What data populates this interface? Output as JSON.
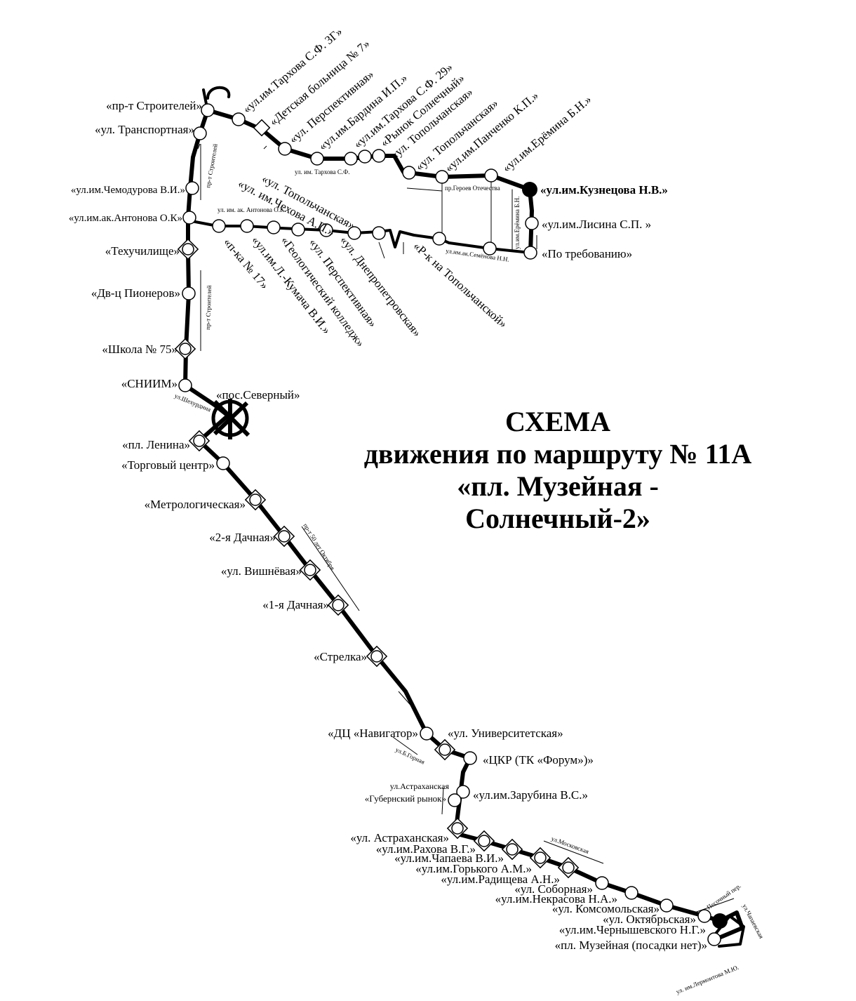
{
  "title": {
    "line1": "СХЕМА",
    "line2": "движения по маршруту № 11А",
    "line3": "«пл. Музейная -",
    "line4": "Солнечный-2»"
  },
  "stops": {
    "pr_stroiteley": "«пр-т Строителей»",
    "transportnaya": "«ул. Транспортная»",
    "chemodurova": "«ул.им.Чемодурова В.И.»",
    "antonova": "«ул.им.ак.Антонова О.К»",
    "tehuchilische": "«Техучилище»",
    "dv_pionerov": "«Дв-ц Пионеров»",
    "shkola75": "«Школа № 75»",
    "sniim": "«СНИИМ»",
    "pos_severny": "«пос.Северный»",
    "pl_lenina": "«пл. Ленина»",
    "torgovy": "«Торговый центр»",
    "metrologicheskaya": "«Метрологическая»",
    "dachnaya2": "«2-я Дачная»",
    "vishnevaya": "«ул. Вишнёвая»",
    "dachnaya1": "«1-я Дачная»",
    "strelka": "«Стрелка»",
    "navigator": "«ДЦ «Навигатор»",
    "universitetskaya": "«ул. Университетская»",
    "ckr": "«ЦКР (ТК «Форум»)»",
    "zarubina": "«ул.им.Зарубина В.С.»",
    "gubernsky_note": "ул.Астраханская",
    "gubernsky": "«Губернский рынок»",
    "astrakhanskaya": "«ул. Астраханская»",
    "rakhova": "«ул.им.Рахова В.Г.»",
    "chapaeva": "«ул.им.Чапаева В.И.»",
    "gorkogo": "«ул.им.Горького А.М.»",
    "radischeva": "«ул.им.Радищева А.Н.»",
    "sobornaya": "«ул. Соборная»",
    "nekrasova": "«ул.им.Некрасова Н.А.»",
    "komsomolskaya": "«ул. Комсомольская»",
    "oktyabrskaya": "«ул. Октябрьская»",
    "chernyshevskogo": "«ул.им.Чернышевского Н.Г.»",
    "muzeynaya": "«пл. Музейная (посадки нет)»",
    "tarkhova3g": "«ул.им.Тархова С.Ф. 3Г»",
    "bolnica7": "«Детская больница № 7»",
    "perspektivnaya_n": "«ул. Перспективная»",
    "bardina": "«ул.им.Бардина И.П.»",
    "tarkhova29": "«ул.им.Тархова С.Ф. 29»",
    "rynok_solnechny": "«Рынок Солнечный»",
    "topolchanskaya_n": "«ул. Топольчанская»",
    "topolchanskaya_n2": "«ул. Топольчанская»",
    "panchenko": "«ул.им.Панченко К.П.»",
    "eremina": "«ул.им.Ерёмина Б.Н.»",
    "kuznecova": "«ул.им.Кузнецова Н.В.»",
    "lisina": "«ул.им.Лисина С.П. »",
    "po_trebovaniyu": "«По требованию»",
    "topolchanskaya_s": "«ул. Топольчанская»",
    "chekhova": "«ул. им.Чехова А.П.»",
    "dnepropetrovskaya": "«ул. Днепропетровская»",
    "perspektivnaya_s": "«ул. Перспективная»",
    "geologichesky": "«Геологический колледж»",
    "kumacha": "«ул.им.Л.-Кумача В.И.»",
    "pka17": "«п-ка № 17»",
    "rk_topolchanskoy": "«Р-к на Топольчанской»"
  },
  "streets": {
    "pr_stroiteley": "пр-т Строителей",
    "pr_stroiteley2": "пр-т Строителей",
    "tarkhova": "ул. им. Тархова С.Ф.",
    "geroev": "пр.Героев Отечества",
    "antonova": "ул. им. ак. Антонова О.К.",
    "semyonov": "ул.им.ак.Семёнова Н.Н.",
    "eremina_v": "ул.им.Ерёмина Б.Н.",
    "shekhurdina": "ул.Шехурдина",
    "pr50let": "пр-т 50 лет Октября",
    "b_gornaya": "ул.Б.Горная",
    "moskovskaya": "ул.Московская",
    "pesochny": "Песочный пер.",
    "chapaevskaya": "ул.Чапаевская",
    "lermontova": "ул. им.Лермонтова М.Ю."
  }
}
